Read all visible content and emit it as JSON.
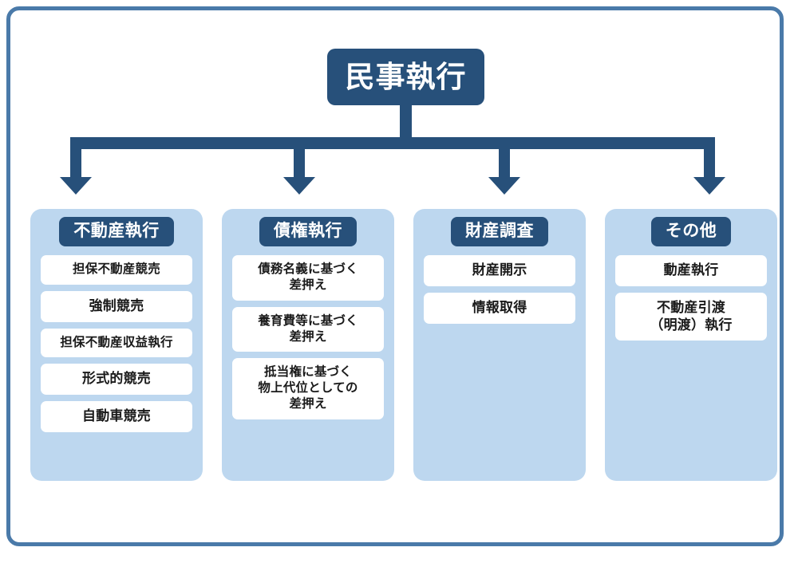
{
  "diagram": {
    "title": "民事執行",
    "colors": {
      "frame_border": "#4a7aa9",
      "node_navy": "#27507a",
      "panel_light_blue": "#bdd7ef",
      "item_white": "#ffffff",
      "text_dark": "#1a1a1a"
    },
    "root": {
      "label": "民事執行"
    },
    "columns": [
      {
        "header": "不動産執行",
        "items": [
          "担保不動産競売",
          "強制競売",
          "担保不動産収益執行",
          "形式的競売",
          "自動車競売"
        ]
      },
      {
        "header": "債権執行",
        "items": [
          "債務名義に基づく\n差押え",
          "養育費等に基づく\n差押え",
          "抵当権に基づく\n物上代位としての\n差押え"
        ]
      },
      {
        "header": "財産調査",
        "items": [
          "財産開示",
          "情報取得"
        ]
      },
      {
        "header": "その他",
        "items": [
          "動産執行",
          "不動産引渡\n（明渡）執行"
        ]
      }
    ],
    "connectors": {
      "arrow_count": 4,
      "description": "下向き矢印"
    }
  }
}
